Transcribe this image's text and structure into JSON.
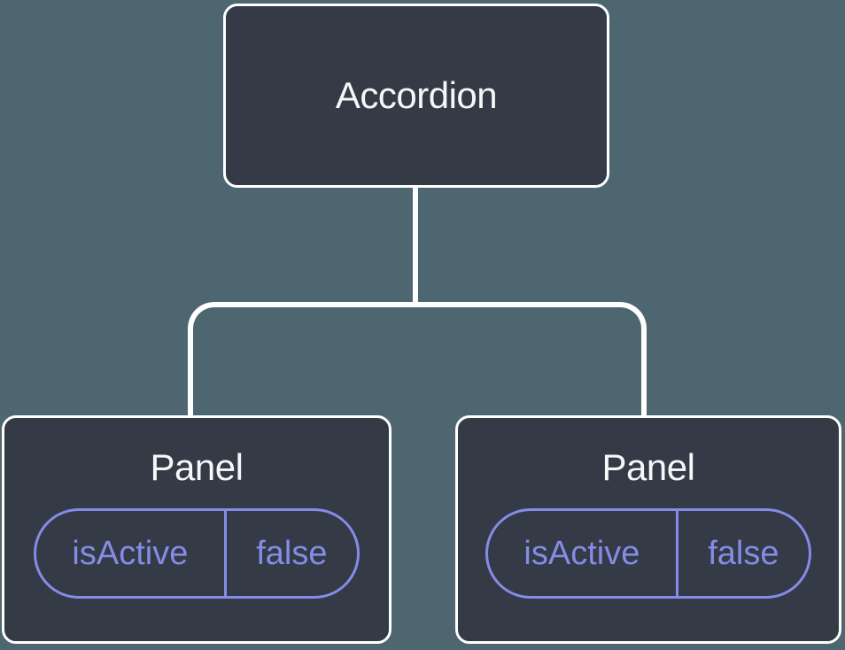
{
  "page": {
    "background_color": "#4D6670"
  },
  "colors": {
    "node_fill": "#343A46",
    "node_border": "#FFFFFF",
    "connector": "#FFFFFF",
    "node_title_text": "#F6F7F9",
    "state_accent": "#858CE6"
  },
  "tree": {
    "root": {
      "label": "Accordion"
    },
    "children": [
      {
        "label": "Panel",
        "state": {
          "name": "isActive",
          "value": "false"
        }
      },
      {
        "label": "Panel",
        "state": {
          "name": "isActive",
          "value": "false"
        }
      }
    ]
  }
}
